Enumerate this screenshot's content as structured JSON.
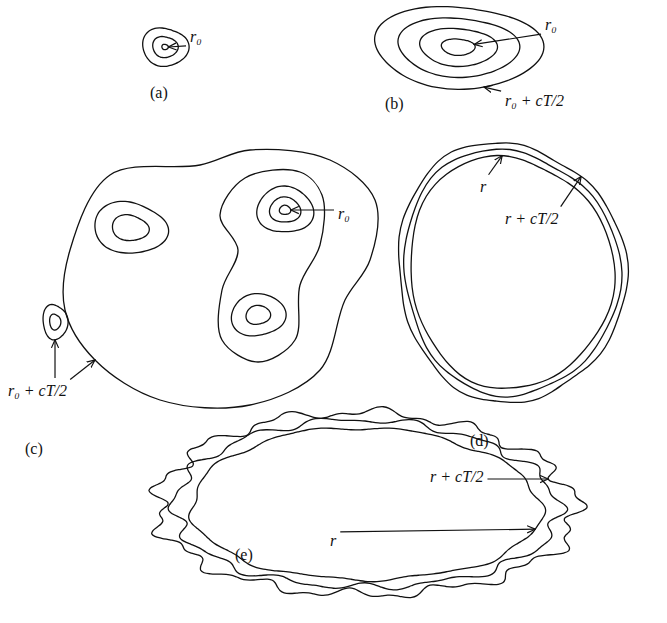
{
  "diagram": {
    "labels": [
      "r₀",
      "(a)",
      "r₀",
      "r₀ + cT/2",
      "(b)",
      "r₀",
      "r₀ + cT/2",
      "(c)",
      "r",
      "r + cT/2",
      "(d)",
      "r",
      "r + cT/2",
      "(e)"
    ]
  }
}
